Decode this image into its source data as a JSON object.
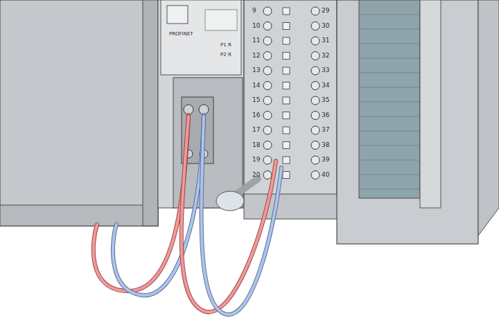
{
  "diagram": {
    "labels": [
      "PROFINET",
      "P1 R",
      "P2 R",
      "9",
      "10",
      "11",
      "12",
      "13",
      "14",
      "15",
      "16",
      "17",
      "18",
      "19",
      "20",
      "29",
      "30",
      "31",
      "32",
      "33",
      "34",
      "35",
      "36",
      "37",
      "38",
      "39",
      "40"
    ]
  }
}
